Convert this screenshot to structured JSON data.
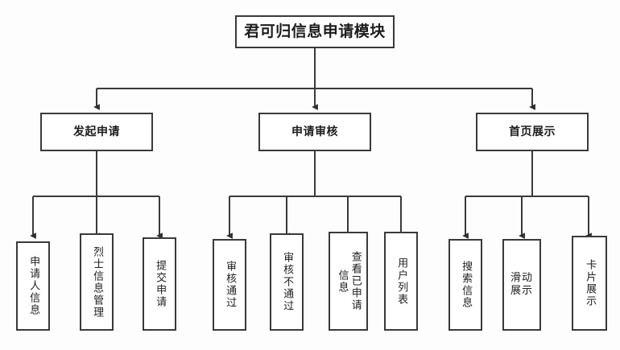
{
  "diagram": {
    "title": "君可归信息申请模块",
    "type": "hierarchy-tree",
    "colors": {
      "stroke": "#3a3a3a",
      "box_fill": "#ffffff",
      "text": "#1d1d1d",
      "background": "#fdfdfd"
    },
    "root": {
      "label": "君可归信息申请模块"
    },
    "branches": [
      {
        "label": "发起申请",
        "children": [
          {
            "label": "申请人信息"
          },
          {
            "label": "烈士信息管理"
          },
          {
            "label": "提交申请"
          }
        ]
      },
      {
        "label": "申请审核",
        "children": [
          {
            "label": "审核通过"
          },
          {
            "label": "审核不通过"
          },
          {
            "label": "查看已申请信息"
          },
          {
            "label": "用户列表"
          }
        ]
      },
      {
        "label": "首页展示",
        "children": [
          {
            "label": "搜索信息"
          },
          {
            "label": "滑动展示"
          },
          {
            "label": "卡片展示"
          }
        ]
      }
    ]
  }
}
